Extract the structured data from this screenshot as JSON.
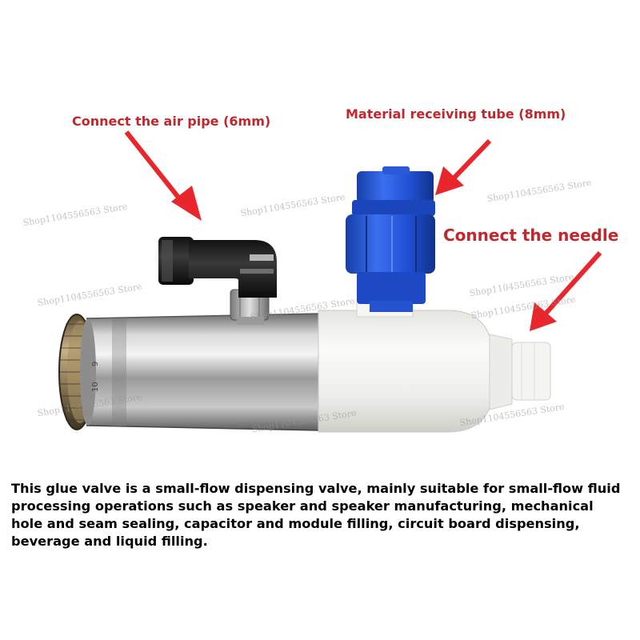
{
  "callouts": {
    "air_pipe": "Connect the air pipe (6mm)",
    "material_tube": "Material receiving tube (8mm)",
    "needle": "Connect the needle"
  },
  "watermarks": [
    "Shop1104556563 Store",
    "Shop1104556563 Store",
    "Shop1104556563 Store",
    "Shop1104556563 Store",
    "Shop1104556563 Store",
    "Shop1104556563 Store",
    "Shop1104556563 Store",
    "Shop1104556563 Store",
    "Shop1104556563 Store",
    "Shop1104556563 Store"
  ],
  "dial_numbers": [
    "9",
    "10"
  ],
  "description": "This glue valve is a small-flow dispensing valve, mainly suitable for small-flow fluid processing operations such as speaker and speaker manufacturing, mechanical hole and seam sealing, capacitor and module filling, circuit board dispensing, beverage and liquid filling.",
  "colors": {
    "callout_text": "#c0282d",
    "arrow": "#e8262b",
    "blue_fitting": "#1e4fd6",
    "white_body": "#f1f1ee",
    "steel": "#b8b8b8"
  }
}
